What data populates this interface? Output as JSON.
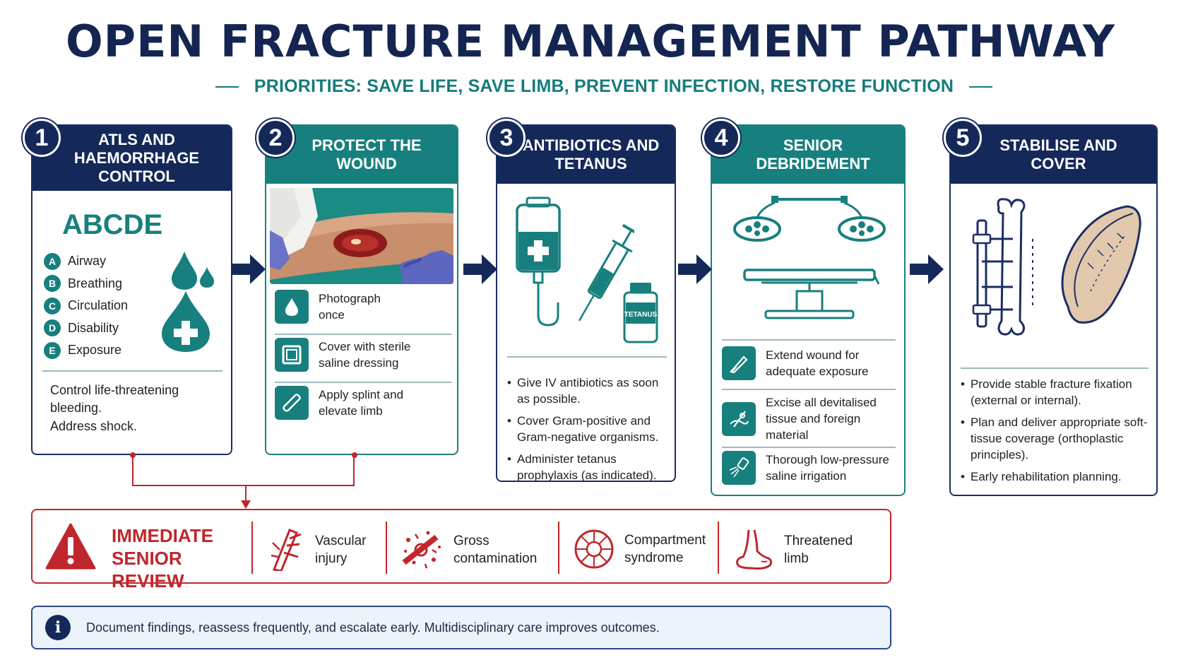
{
  "title": "OPEN FRACTURE MANAGEMENT PATHWAY",
  "subtitle": "PRIORITIES: SAVE LIFE, SAVE LIMB, PREVENT INFECTION, RESTORE FUNCTION",
  "colors": {
    "navy": "#15285a",
    "teal": "#17807e",
    "red": "#c0262c",
    "info_bg": "#edf3fb"
  },
  "steps": [
    {
      "number": "1",
      "title": "ATLS AND HAEMORRHAGE CONTROL",
      "abcde_heading": "ABCDE",
      "abcde": [
        {
          "letter": "A",
          "label": "Airway"
        },
        {
          "letter": "B",
          "label": "Breathing"
        },
        {
          "letter": "C",
          "label": "Circulation"
        },
        {
          "letter": "D",
          "label": "Disability"
        },
        {
          "letter": "E",
          "label": "Exposure"
        }
      ],
      "icon": "blood-drop-cross-icon",
      "text1": "Control life-threatening bleeding.",
      "text2": "Address shock."
    },
    {
      "number": "2",
      "title": "PROTECT THE WOUND",
      "image": "gloved-hands-covering-leg-wound-photo",
      "items": [
        {
          "icon": "water-drop-icon",
          "text": "Photograph once"
        },
        {
          "icon": "dressing-square-icon",
          "text": "Cover with sterile saline dressing"
        },
        {
          "icon": "splint-icon",
          "text": "Apply splint and elevate limb"
        }
      ]
    },
    {
      "number": "3",
      "title": "ANTIBIOTICS AND TETANUS",
      "icons": [
        "iv-bag-icon",
        "syringe-icon",
        "tetanus-vial-icon"
      ],
      "vial_label": "TETANUS",
      "bullets": [
        "Give IV antibiotics as soon as possible.",
        "Cover Gram-positive and Gram-negative organisms.",
        "Administer tetanus prophylaxis (as indicated)."
      ]
    },
    {
      "number": "4",
      "title": "SENIOR DEBRIDEMENT",
      "icons": [
        "surgical-lights-icon",
        "operating-table-icon"
      ],
      "items": [
        {
          "icon": "scalpel-icon",
          "text": "Extend wound for adequate exposure"
        },
        {
          "icon": "excision-icon",
          "text": "Excise all devitalised tissue and foreign material"
        },
        {
          "icon": "irrigation-icon",
          "text": "Thorough low-pressure saline irrigation"
        }
      ]
    },
    {
      "number": "5",
      "title": "STABILISE AND COVER",
      "icons": [
        "external-fixator-bone-icon",
        "soft-tissue-flap-icon"
      ],
      "bullets": [
        "Provide stable fracture fixation (external or internal).",
        "Plan and deliver appropriate soft-tissue coverage (orthoplastic principles).",
        "Early rehabilitation planning."
      ]
    }
  ],
  "alert": {
    "icon": "warning-triangle-icon",
    "title": "IMMEDIATE SENIOR REVIEW",
    "items": [
      {
        "icon": "vascular-injury-icon",
        "label": "Vascular injury"
      },
      {
        "icon": "gross-contamination-icon",
        "label": "Gross contamination"
      },
      {
        "icon": "compartment-syndrome-icon",
        "label": "Compartment syndrome"
      },
      {
        "icon": "threatened-limb-icon",
        "label": "Threatened limb"
      }
    ]
  },
  "info": {
    "icon": "info-icon",
    "text": "Document findings, reassess frequently, and escalate early. Multidisciplinary care improves outcomes."
  }
}
